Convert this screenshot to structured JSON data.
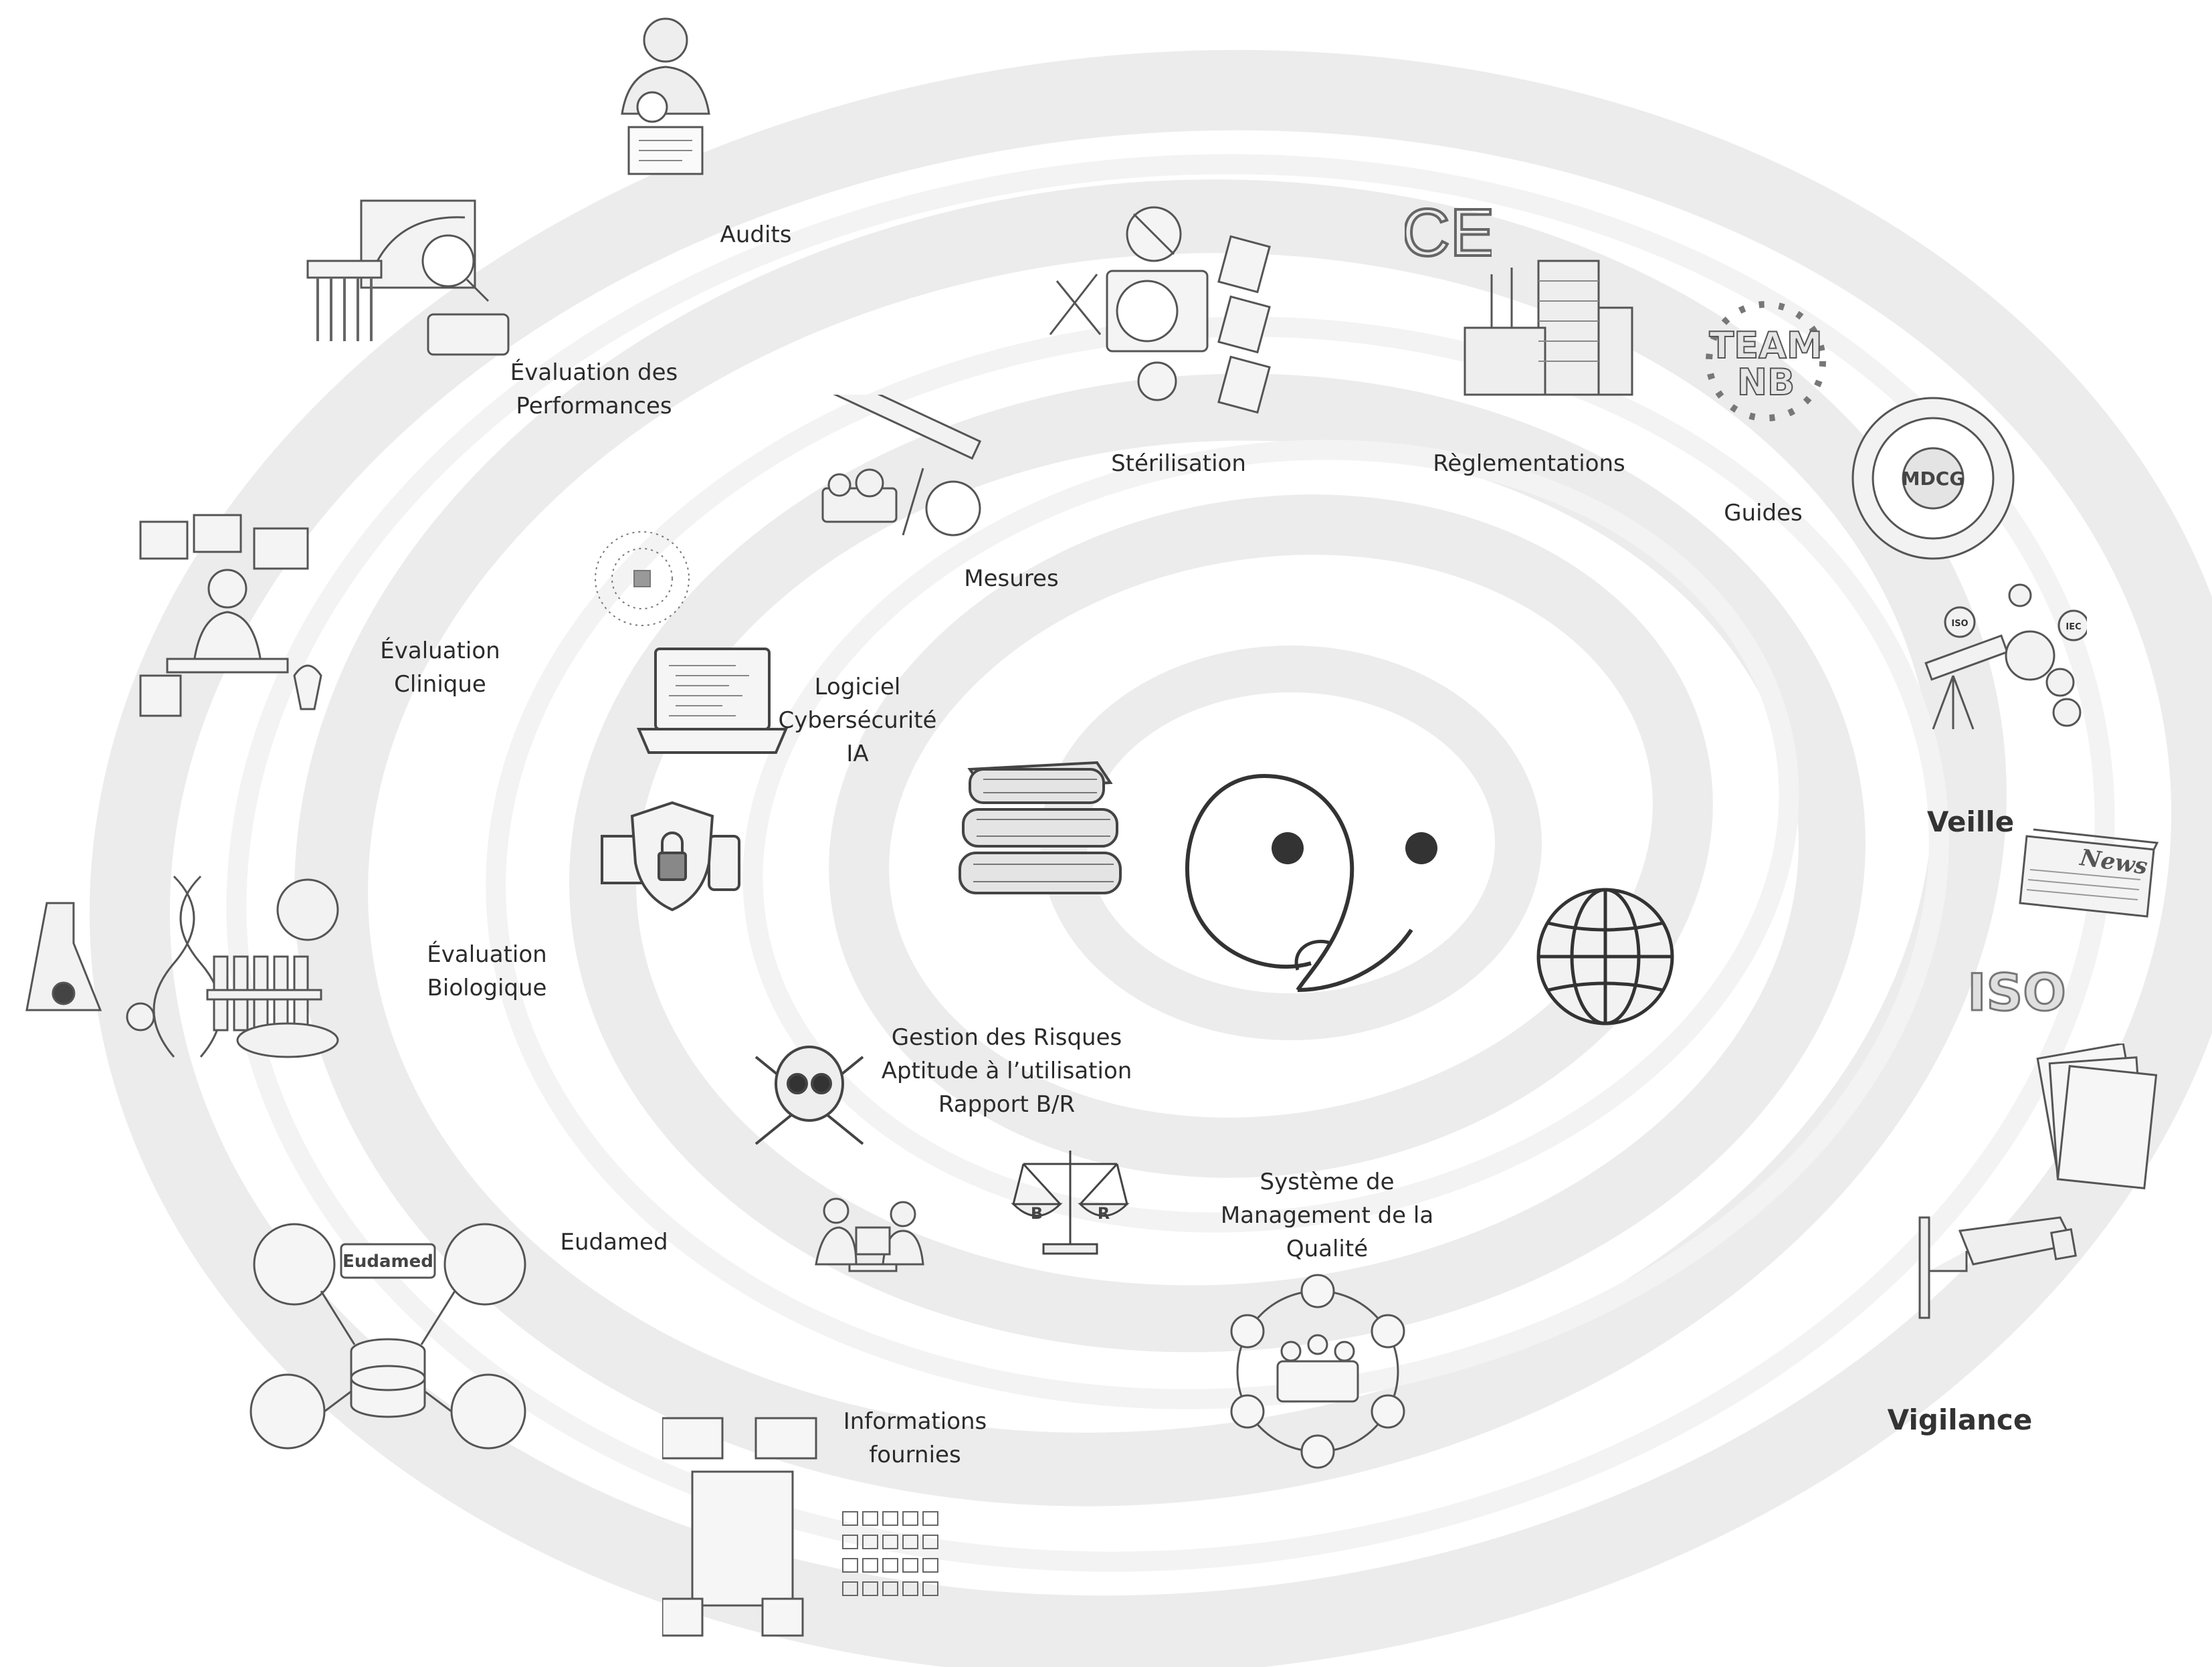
{
  "labels": {
    "audits": "Audits",
    "evaluation_performances": [
      "Évaluation des",
      "Performances"
    ],
    "evaluation_clinique": [
      "Évaluation",
      "Clinique"
    ],
    "evaluation_biologique": [
      "Évaluation",
      "Biologique"
    ],
    "eudamed": "Eudamed",
    "informations_fournies": [
      "Informations",
      "fournies"
    ],
    "sterilisation": "Stérilisation",
    "reglementations": "Règlementations",
    "guides": "Guides",
    "mesures": "Mesures",
    "logiciel": [
      "Logiciel",
      "Cybersécurité",
      "IA"
    ],
    "gestion_risques": [
      "Gestion des Risques",
      "Aptitude à l’utilisation",
      "Rapport B/R"
    ],
    "smq": [
      "Système de",
      "Management de la",
      "Qualité"
    ],
    "veille": "Veille",
    "vigilance": "Vigilance"
  },
  "badges": {
    "team_nb": [
      "TEAM",
      "NB"
    ],
    "mdcg": "MDCG",
    "iso": "ISO",
    "iec": "IEC",
    "news": "News",
    "eudamed": "Eudamed",
    "ce": "CE",
    "scale_b": "B",
    "scale_r": "R"
  },
  "colors": {
    "swirl": "#e9e9e9",
    "ink": "#2b2b2b",
    "sketch": "#555555"
  }
}
